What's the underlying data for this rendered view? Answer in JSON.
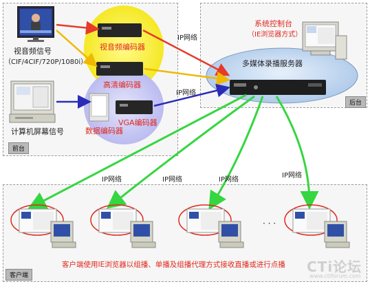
{
  "front_tag": "前台",
  "back_tag": "后台",
  "client_tag": "客户端",
  "source_video": {
    "title": "视音频信号",
    "formats": "（CIF/4CIF/720P/1080i）"
  },
  "source_pc": {
    "title": "计算机屏幕信号"
  },
  "encoders": {
    "av": "视音频编码器",
    "hd": "高清编码器",
    "vga": "VGA编码器",
    "data": "数据编码器"
  },
  "server": {
    "label": "多媒体录播服务器"
  },
  "console": {
    "line1": "系统控制台",
    "line2": "（IE浏览器方式）"
  },
  "network": {
    "ip1": "IP网络",
    "ip2": "IP网络",
    "ip3": "IP网络",
    "ip4": "IP网络",
    "ip5": "IP网络",
    "ip6": "IP网络"
  },
  "ellipsis": "· · ·",
  "caption": "客户端使用IE浏览器以组播、单播及组播代理方式接收直播或进行点播",
  "watermark": {
    "brand": "CTi论坛",
    "url": "www.ctiforum.com"
  },
  "colors": {
    "yellow_ellipse": "#f7ef2e",
    "blue_ellipse": "#c9c9f5",
    "server_ellipse": "#b9d3ee",
    "green_arrow": "#35d640",
    "red_arrow": "#e63a2a",
    "blue_arrow": "#2b2bb8",
    "text_red": "#e0281e"
  }
}
